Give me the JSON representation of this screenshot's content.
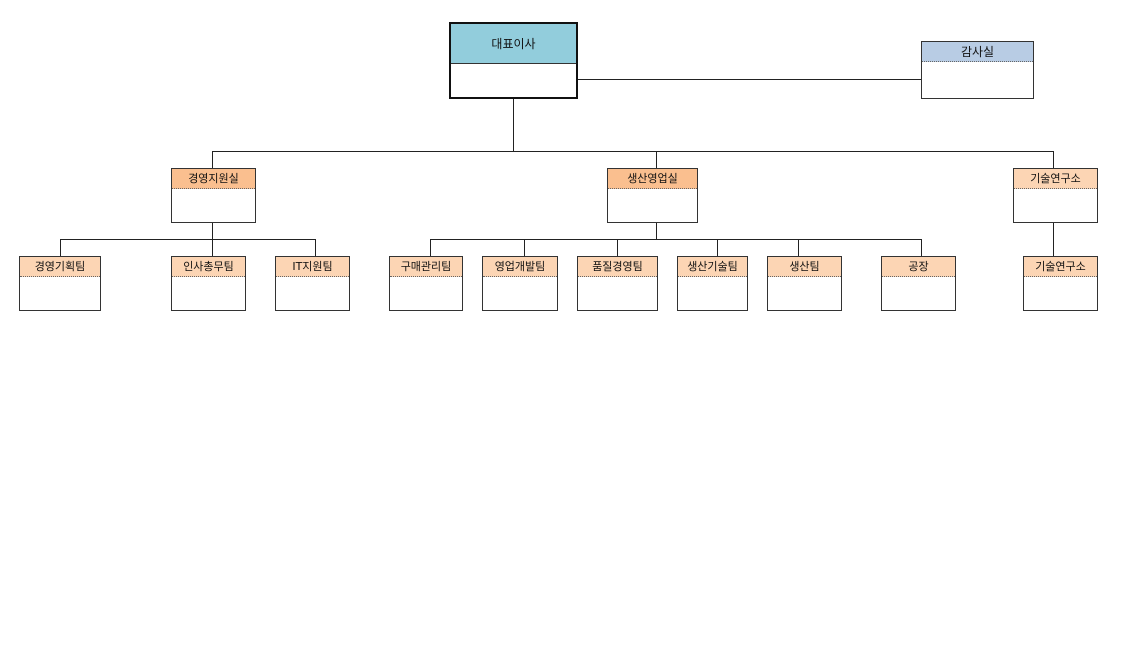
{
  "colors": {
    "ceo": "#92cddc",
    "audit": "#b8cce4",
    "division": "#fabf8f",
    "team": "#fcd5b4",
    "line": "#222222"
  },
  "ceo": {
    "label": "대표이사"
  },
  "audit": {
    "label": "감사실"
  },
  "divisions": [
    {
      "label": "경영지원실",
      "teams": [
        {
          "label": "경영기획팀"
        },
        {
          "label": "인사총무팀"
        },
        {
          "label": "IT지원팀"
        }
      ]
    },
    {
      "label": "생산영업실",
      "teams": [
        {
          "label": "구매관리팀"
        },
        {
          "label": "영업개발팀"
        },
        {
          "label": "품질경영팀"
        },
        {
          "label": "생산기술팀"
        },
        {
          "label": "생산팀"
        },
        {
          "label": "공장"
        }
      ]
    },
    {
      "label": "기술연구소",
      "teams": [
        {
          "label": "기술연구소"
        }
      ]
    }
  ]
}
